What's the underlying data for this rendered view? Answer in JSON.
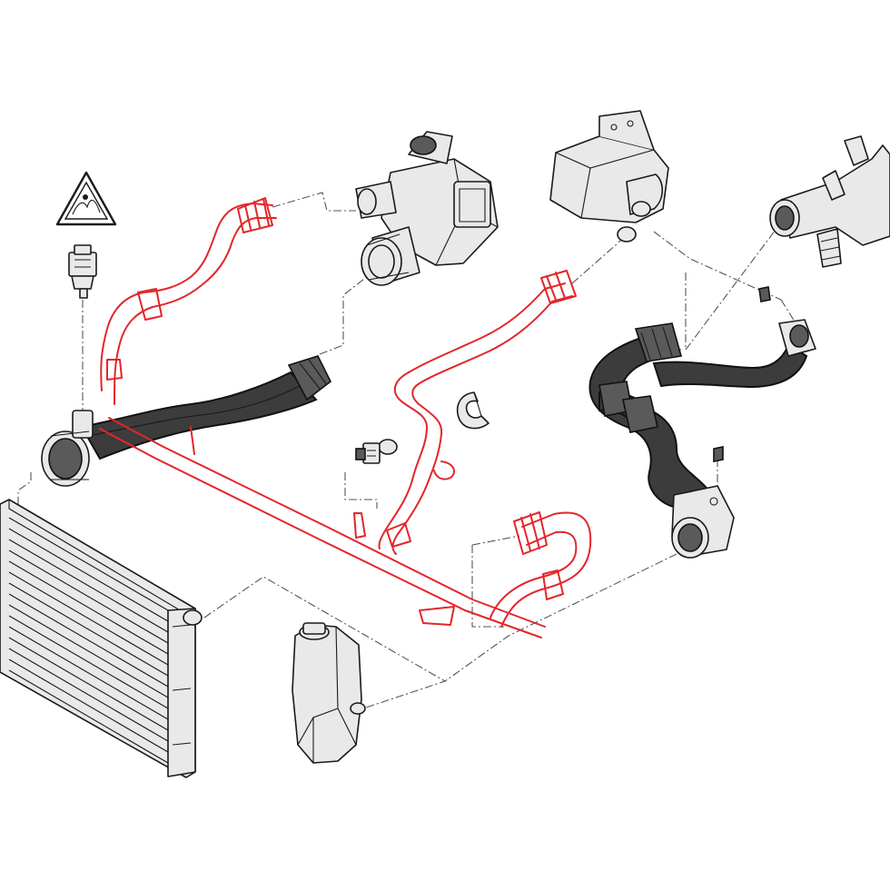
{
  "diagram": {
    "kind": "exploded cooling system parts diagram",
    "highlight_color": "#e3262b",
    "outline_color": "#1a1a1a",
    "hose_color": "#3c3c3c",
    "background": "#ffffff",
    "warning_symbol_text": "",
    "parts": [
      "warning-triangle-icon",
      "temperature-sensor",
      "upper-radiator-hose",
      "thermostat-housing",
      "water-pump",
      "engine-outlet-pipe",
      "highlighted-hose-upper",
      "highlighted-hose-lower",
      "highlighted-pipe-long",
      "hose-clip",
      "drain-plug",
      "lower-hose-assembly",
      "radiator",
      "expansion-tank"
    ]
  }
}
